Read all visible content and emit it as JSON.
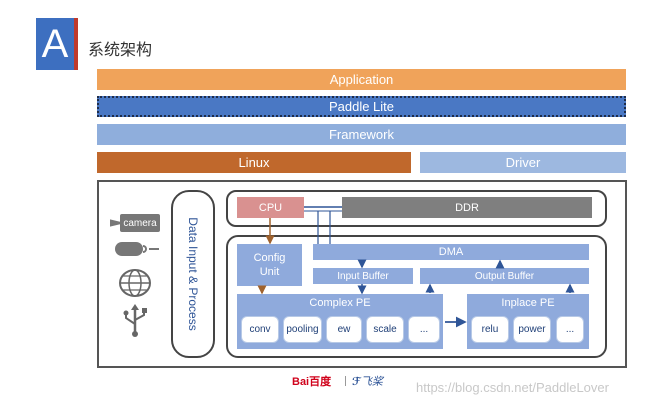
{
  "header": {
    "letter": "A",
    "title": "系统架构"
  },
  "layers": {
    "application": "Application",
    "paddle_lite": "Paddle Lite",
    "framework": "Framework",
    "linux": "Linux",
    "driver": "Driver"
  },
  "inputs": {
    "camera": "camera",
    "data_input": "Data Input & Process"
  },
  "hardware": {
    "cpu": "CPU",
    "ddr": "DDR",
    "dma": "DMA",
    "config_unit": "Config\nUnit",
    "input_buffer": "Input Buffer",
    "output_buffer": "Output Buffer",
    "complex_pe": "Complex PE",
    "complex_ops": [
      "conv",
      "pooling",
      "ew",
      "scale",
      "..."
    ],
    "inplace_pe": "Inplace PE",
    "inplace_ops": [
      "relu",
      "power",
      "..."
    ]
  },
  "footer": {
    "baidu_logo": "Bai百度",
    "paddle_logo": "飞桨",
    "watermark": "https://blog.csdn.net/PaddleLover"
  },
  "colors": {
    "orange_light": "#f0a35a",
    "blue_dark": "#4a78c4",
    "blue_light": "#8faedc",
    "orange_dark": "#c0682c",
    "cpu_red": "#d99190",
    "ddr_gray": "#7f7f7f",
    "hw_blue": "#8faadc"
  }
}
